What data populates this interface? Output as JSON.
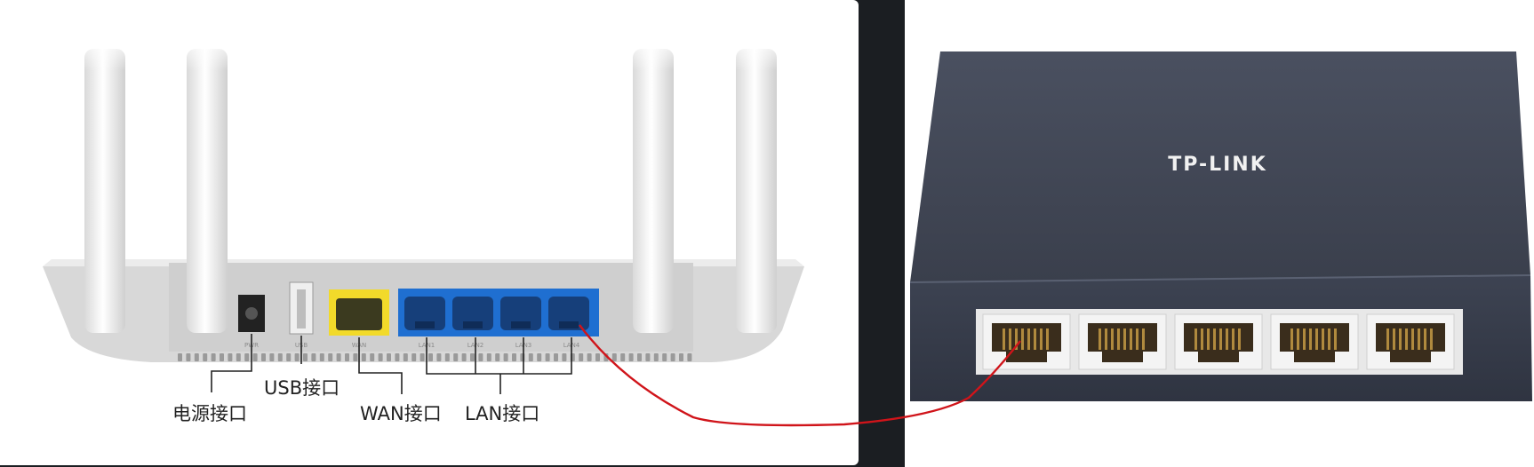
{
  "router": {
    "labels": {
      "power_port": "电源接口",
      "usb_port": "USB接口",
      "wan_port": "WAN接口",
      "lan_port": "LAN接口"
    },
    "port_tiny_text": [
      "PWR",
      "USB",
      "WAN",
      "LAN1",
      "LAN2",
      "LAN3",
      "LAN4"
    ],
    "colors": {
      "wan": "#f2da2a",
      "lan": "#1f6fd1",
      "body": "#dcdcdc"
    }
  },
  "switch": {
    "brand_logo": "TP-LINK",
    "port_count": 5,
    "colors": {
      "body": "#3a3f4d",
      "port_frame": "#e8e8e8"
    }
  },
  "cable": {
    "color": "#d0141a"
  }
}
